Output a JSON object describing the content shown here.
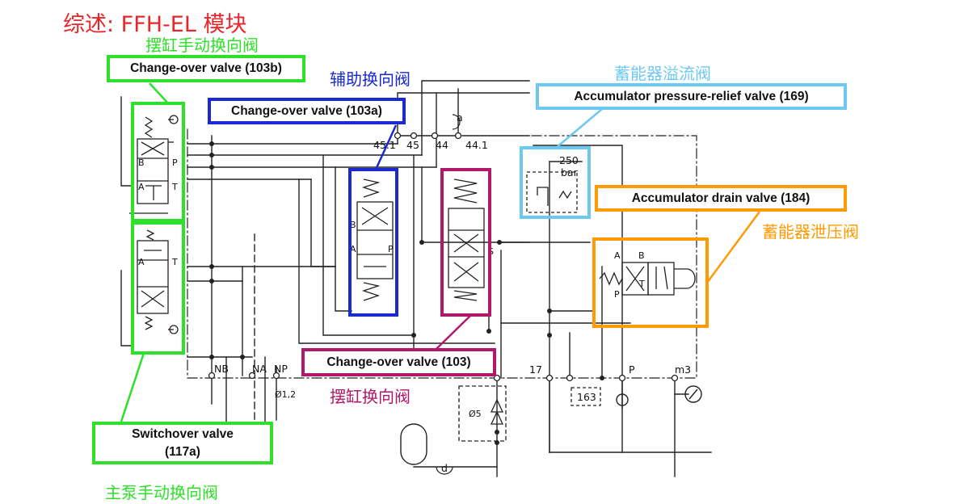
{
  "title": "综述: FFH-EL 模块",
  "colors": {
    "green": "#2ee02a",
    "blue": "#1a2ad0",
    "magenta": "#b0186a",
    "light_blue": "#6ec8f4",
    "orange": "#ff9a00",
    "title_red": "#e8262a",
    "line": "#222222"
  },
  "labels_cn": {
    "cylinder_manual_changeover": "摆缸手动换向阀",
    "auxiliary_changeover": "辅助换向阀",
    "accumulator_overflow": "蓄能器溢流阀",
    "accumulator_drain": "蓄能器泄压阀",
    "cylinder_changeover": "摆缸换向阀",
    "main_pump_manual_changeover": "主泵手动换向阀"
  },
  "callouts": {
    "changeover_103b": "Change-over valve (103b)",
    "changeover_103a": "Change-over valve (103a)",
    "relief_169": "Accumulator pressure-relief valve (169)",
    "drain_184": "Accumulator drain valve (184)",
    "changeover_103": "Change-over valve (103)",
    "switchover_117a_line1": "Switchover valve",
    "switchover_117a_line2": "(117a)"
  },
  "schematic_labels": {
    "port_45_1": "45.1",
    "port_45": "45",
    "port_44": "44",
    "port_44_1": "44.1",
    "label_a": "a",
    "label_d": "d",
    "relief_250": "250",
    "relief_bar": "bar",
    "port_B": "B",
    "port_P": "P",
    "port_A": "A",
    "port_T": "T",
    "port_NB": "NB",
    "port_NA": "NA",
    "port_NP": "NP",
    "orifice_12": "Ø1,2",
    "orifice_5": "Ø5",
    "port_17": "17",
    "port_163": "163",
    "port_P_main": "P",
    "port_m3": "m3",
    "port_S": "S"
  }
}
